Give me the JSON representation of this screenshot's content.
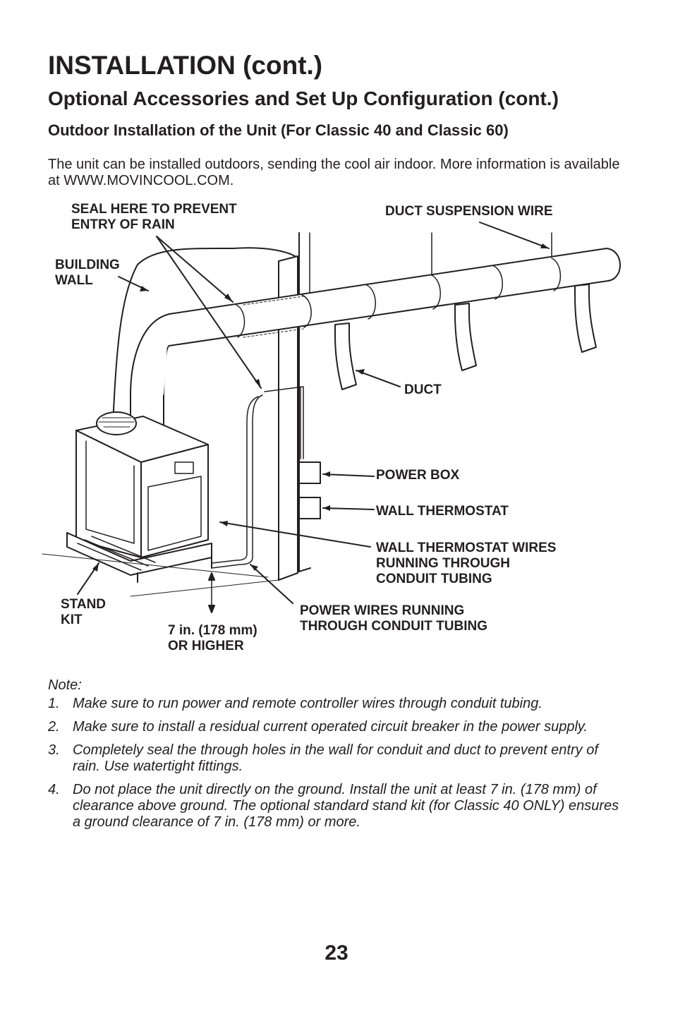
{
  "heading": "INSTALLATION (cont.)",
  "subheading": "Optional Accessories and Set Up Configuration (cont.)",
  "section_title": "Outdoor Installation of the Unit (For Classic 40 and Classic 60)",
  "intro": "The unit can be installed outdoors, sending the cool air indoor. More information is available at WWW.MOVINCOOL.COM.",
  "diagram": {
    "labels": {
      "seal_line1": "SEAL HERE TO PREVENT",
      "seal_line2": "ENTRY OF RAIN",
      "suspension": "DUCT SUSPENSION WIRE",
      "wall_line1": "BUILDING",
      "wall_line2": "WALL",
      "duct": "DUCT",
      "power_box": "POWER BOX",
      "thermostat": "WALL THERMOSTAT",
      "thermo_wires_line1": "WALL THERMOSTAT WIRES",
      "thermo_wires_line2": "RUNNING THROUGH",
      "thermo_wires_line3": "CONDUIT TUBING",
      "stand_line1": "STAND",
      "stand_line2": "KIT",
      "clearance_line1": "7 in. (178 mm)",
      "clearance_line2": "OR HIGHER",
      "power_wires_line1": "POWER WIRES RUNNING",
      "power_wires_line2": "THROUGH CONDUIT TUBING"
    }
  },
  "note_title": "Note:",
  "notes": [
    {
      "num": "1.",
      "text": "Make sure to run power and remote controller wires through conduit tubing."
    },
    {
      "num": "2.",
      "text": "Make sure to install a residual current operated circuit breaker in the power supply."
    },
    {
      "num": "3.",
      "text": "Completely seal the through holes in the wall for conduit and duct to prevent entry of rain. Use watertight fittings."
    },
    {
      "num": "4.",
      "text": "Do not place the unit directly on the ground. Install the unit at least 7 in. (178 mm) of clearance above ground. The optional standard stand kit (for Classic 40 ONLY) ensures a ground clearance of 7 in. (178 mm) or more."
    }
  ],
  "page_number": "23"
}
